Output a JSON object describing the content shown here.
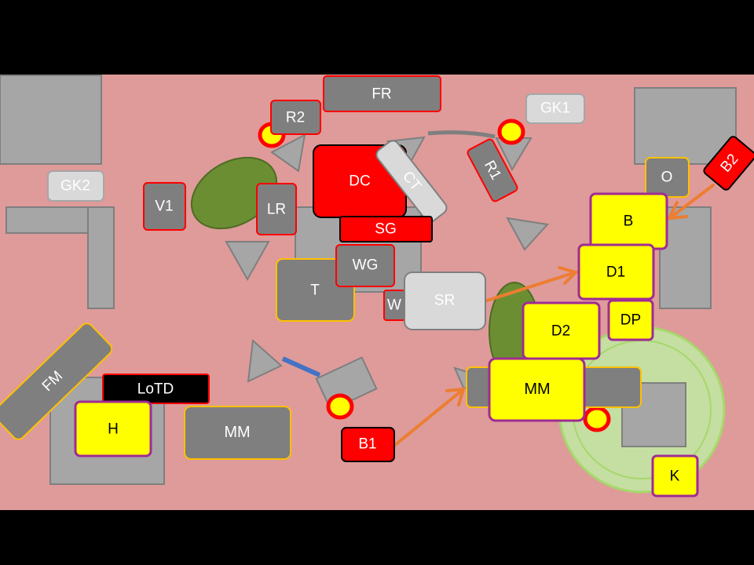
{
  "colors": {
    "letterbox": "#000000",
    "floor": "#DE9B9A",
    "wall": "#A6A6A6",
    "dark_box": "#7F7F7F",
    "light_box": "#D9D9D9",
    "red": "#FF0000",
    "yellow": "#FFFF00",
    "magenta_border": "#A02B93",
    "orange_border": "#FFC000",
    "olive": "#6B8E33",
    "green_zone": "#C5DEA1",
    "green_ring": "#A6D86A",
    "arrow": "#ED7D31",
    "link": "#4472C4"
  },
  "labels": {
    "FR": "FR",
    "GK1": "GK1",
    "R2": "R2",
    "GK2": "GK2",
    "V1": "V1",
    "DC": "DC",
    "CT": "CT",
    "R1": "R1",
    "LR": "LR",
    "SG": "SG",
    "O": "O",
    "B2": "B2",
    "B": "B",
    "WG": "WG",
    "T": "T",
    "D1": "D1",
    "W": "W",
    "SR": "SR",
    "DP": "DP",
    "D2": "D2",
    "FM": "FM",
    "LoTD": "LoTD",
    "MM_right": "MM",
    "H": "H",
    "MM_left": "MM",
    "B1": "B1",
    "K": "K"
  }
}
